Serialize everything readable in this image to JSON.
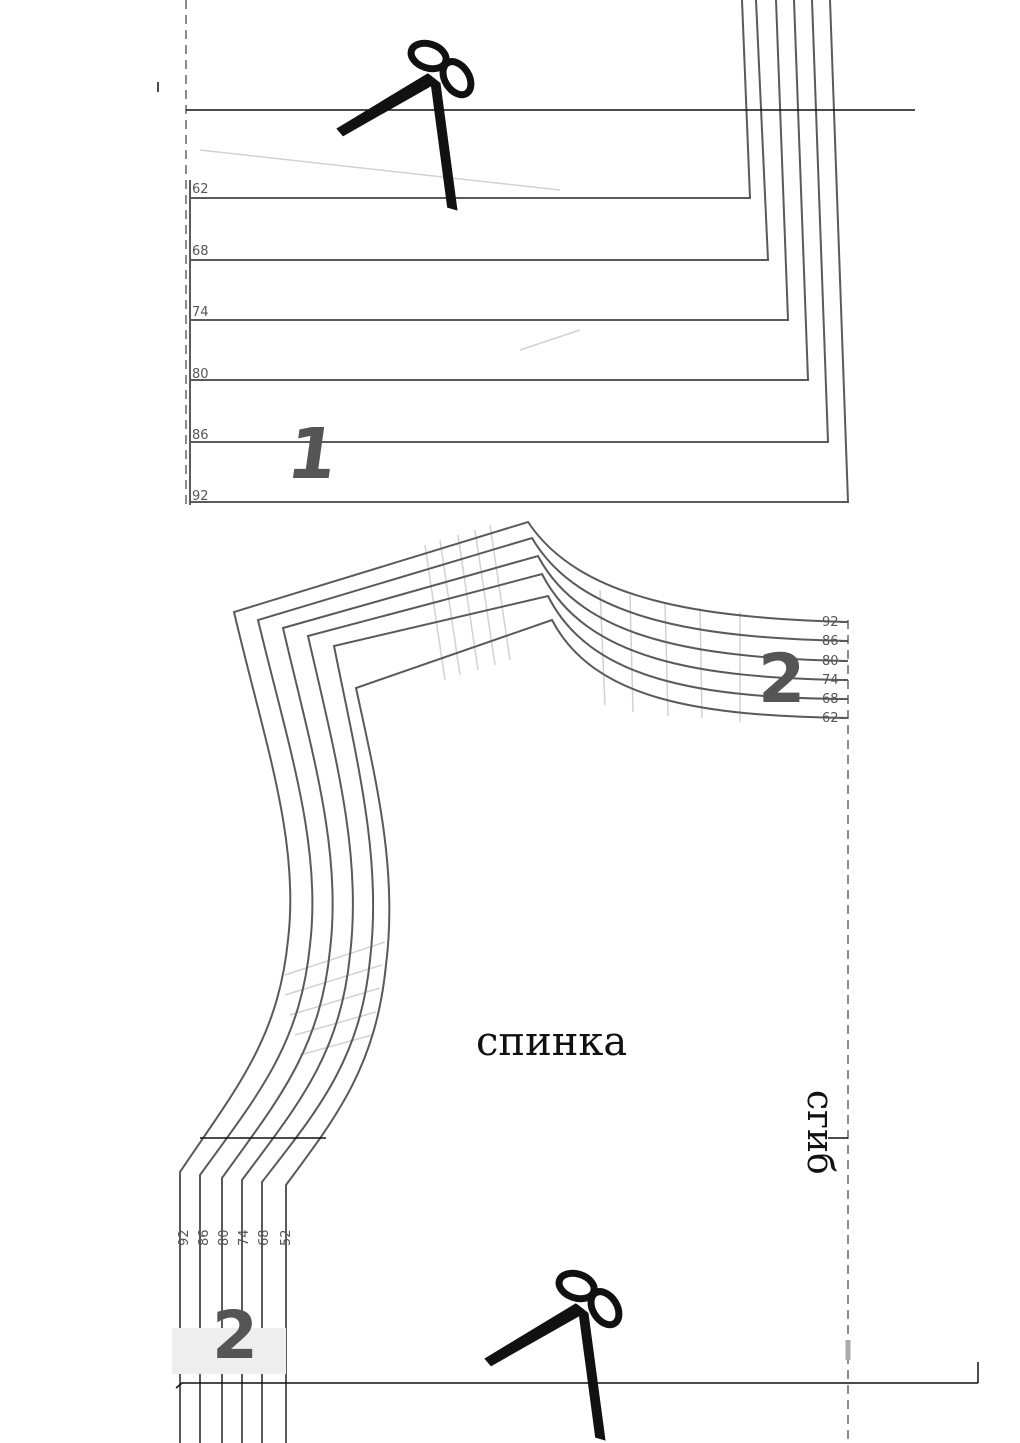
{
  "piece_1": {
    "number": "1",
    "size_labels": [
      "62",
      "68",
      "74",
      "80",
      "86",
      "92"
    ]
  },
  "piece_2": {
    "number": "2",
    "title": "спинка",
    "fold_label": "сгиб",
    "shoulder_size_labels": [
      "92",
      "86",
      "80",
      "74",
      "68",
      "62"
    ],
    "bottom_size_labels": [
      "92",
      "86",
      "80",
      "74",
      "68",
      "52"
    ]
  },
  "icons": [
    "scissors-icon",
    "scissors-icon"
  ],
  "colors": {
    "lines": "#5a5a5a",
    "cut_line": "#111111",
    "number": "#555555"
  }
}
